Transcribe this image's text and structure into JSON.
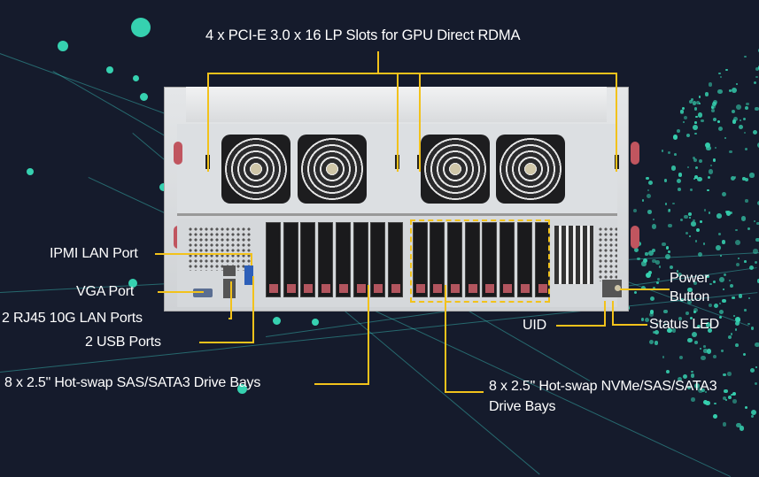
{
  "title": "4 x PCI-E 3.0 x 16 LP Slots for GPU Direct RDMA",
  "labels": {
    "ipmi": "IPMI LAN Port",
    "vga": "VGA Port",
    "rj45": "2 RJ45 10G LAN Ports",
    "usb": "2 USB Ports",
    "sas_bays": "8 x 2.5\" Hot-swap SAS/SATA3 Drive Bays",
    "nvme_bays_line1": "8 x 2.5\" Hot-swap NVMe/SAS/SATA3",
    "nvme_bays_line2": "Drive Bays",
    "uid": "UID",
    "status_led": "Status LED",
    "power_line1": "Power",
    "power_line2": "Button"
  },
  "colors": {
    "background": "#151b2c",
    "callout": "#f2c21b",
    "accent": "#36d1b0"
  }
}
